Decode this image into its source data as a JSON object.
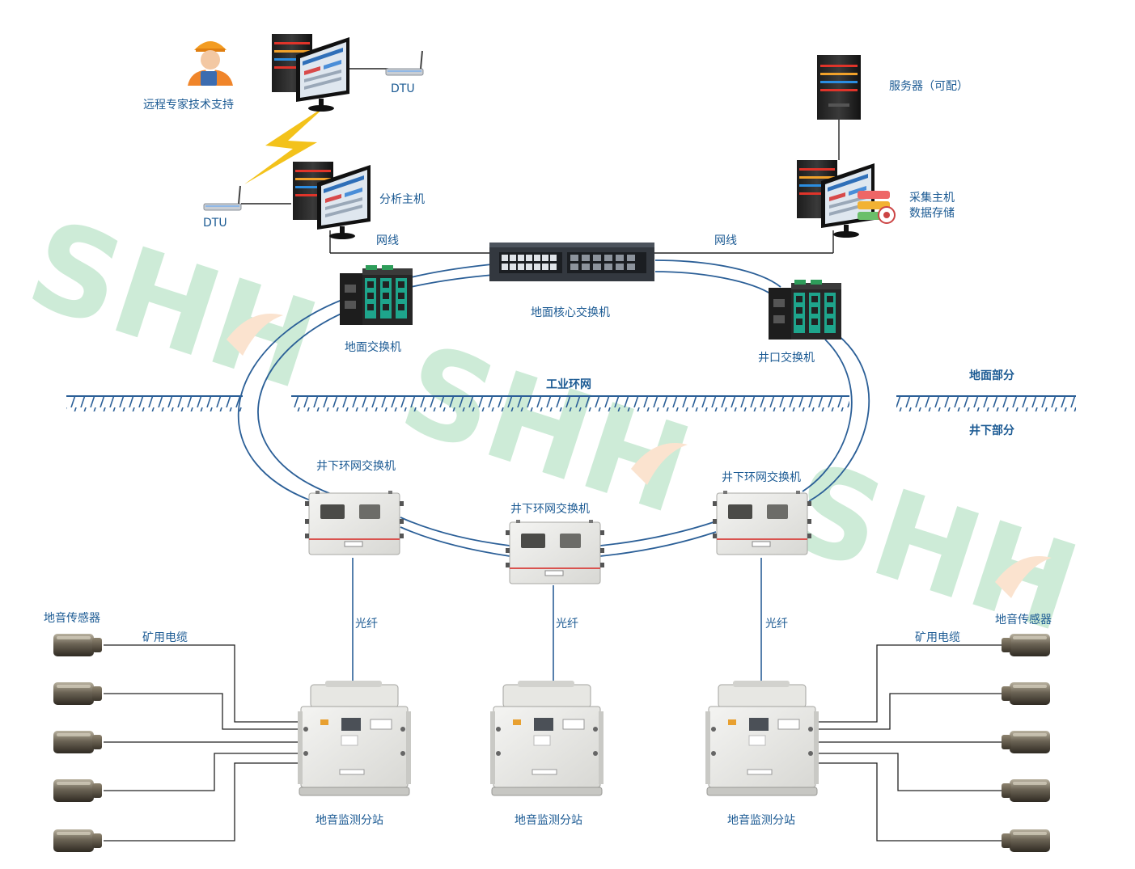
{
  "diagram": {
    "watermark": "SHH",
    "labels": {
      "remote_expert": "远程专家技术支持",
      "dtu_top": "DTU",
      "dtu_left": "DTU",
      "analysis_host": "分析主机",
      "server": "服务器（可配）",
      "collect_host_line1": "采集主机",
      "collect_host_line2": "数据存储",
      "network_cable_left": "网线",
      "network_cable_right": "网线",
      "core_switch": "地面核心交换机",
      "surface_switch": "地面交换机",
      "shaft_switch": "井口交换机",
      "industrial_ring": "工业环网",
      "surface_part": "地面部分",
      "underground_part": "井下部分",
      "ring_switch_left": "井下环网交换机",
      "ring_switch_mid": "井下环网交换机",
      "ring_switch_right": "井下环网交换机",
      "fiber_left": "光纤",
      "fiber_mid": "光纤",
      "fiber_right": "光纤",
      "sensor_left": "地音传感器",
      "sensor_right": "地音传感器",
      "mine_cable_left": "矿用电缆",
      "mine_cable_right": "矿用电缆",
      "substation_left": "地音监测分站",
      "substation_mid": "地音监测分站",
      "substation_right": "地音监测分站"
    }
  },
  "colors": {
    "label": "#1b5a93",
    "line": "#2b5f97",
    "cable": "#222222",
    "lightning": "#f3c21b",
    "watermark_green": "#cdebd7",
    "watermark_orange": "#fbe3cf"
  }
}
